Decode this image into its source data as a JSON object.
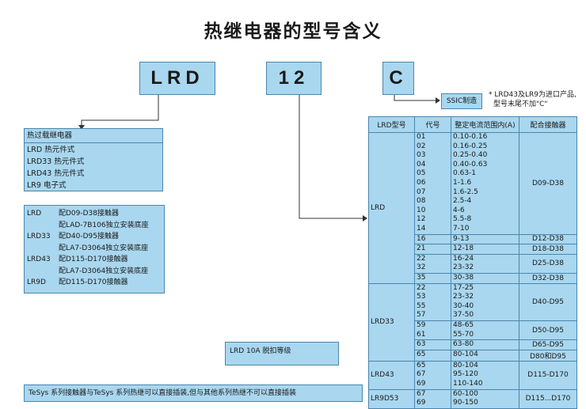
{
  "title": "热继电器的型号含义",
  "codes": {
    "series": "LRD",
    "rating": "12",
    "suffix": "C"
  },
  "ssic_label": "SSIC制造",
  "suffix_note": [
    "* LRD43及LR9为进口产品,",
    "型号末尾不加\"C\""
  ],
  "type_box": {
    "heading": "热过载继电器",
    "items": [
      "LRD 热元件式",
      "LRD33 热元件式",
      "LRD43 热元件式",
      "LR9 电子式"
    ]
  },
  "match_box": {
    "rows": [
      {
        "model": "LRD",
        "desc": "配D09-D38接触器"
      },
      {
        "model": "",
        "desc": "配LAD-7B106独立安装底座"
      },
      {
        "model": "LRD33",
        "desc": "配D40-D95接触器"
      },
      {
        "model": "",
        "desc": "配LA7-D3064独立安装底座"
      },
      {
        "model": "LRD43",
        "desc": "配D115-D170接触器"
      },
      {
        "model": "",
        "desc": "配LA7-D3064独立安装底座"
      },
      {
        "model": "LR9D",
        "desc": "配D115-D170接触器"
      }
    ]
  },
  "trip_class": "LRD 10A 脱扣等级",
  "footer_note": "TeSys 系列接触器与TeSys 系列热继可以直接插装,但与其他系列热继不可以直接插装",
  "table": {
    "headers": [
      "LRD型号",
      "代号",
      "整定电流范围内(A)",
      "配合接触器"
    ],
    "groups": [
      {
        "model": "LRD",
        "rows": [
          {
            "codes": [
              "01",
              "02",
              "03",
              "04",
              "05",
              "06",
              "07",
              "08",
              "10",
              "12",
              "14"
            ],
            "ranges": [
              "0.10-0.16",
              "0.16-0.25",
              "0.25-0.40",
              "0.40-0.63",
              "0.63-1",
              "1-1.6",
              "1.6-2.5",
              "2.5-4",
              "4-6",
              "5.5-8",
              "7-10"
            ],
            "contactor": "D09-D38"
          },
          {
            "codes": [
              "16"
            ],
            "ranges": [
              "9-13"
            ],
            "contactor": "D12-D38"
          },
          {
            "codes": [
              "21"
            ],
            "ranges": [
              "12-18"
            ],
            "contactor": "D18-D38"
          },
          {
            "codes": [
              "22",
              "32"
            ],
            "ranges": [
              "16-24",
              "23-32"
            ],
            "contactor": "D25-D38"
          },
          {
            "codes": [
              "35"
            ],
            "ranges": [
              "30-38"
            ],
            "contactor": "D32-D38"
          }
        ]
      },
      {
        "model": "LRD33",
        "rows": [
          {
            "codes": [
              "22",
              "53",
              "55",
              "57"
            ],
            "ranges": [
              "17-25",
              "23-32",
              "30-40",
              "37-50"
            ],
            "contactor": "D40-D95"
          },
          {
            "codes": [
              "59",
              "61"
            ],
            "ranges": [
              "48-65",
              "55-70"
            ],
            "contactor": "D50-D95"
          },
          {
            "codes": [
              "63"
            ],
            "ranges": [
              "63-80"
            ],
            "contactor": "D65-D95"
          },
          {
            "codes": [
              "65"
            ],
            "ranges": [
              "80-104"
            ],
            "contactor": "D80和D95"
          }
        ]
      },
      {
        "model": "LRD43",
        "rows": [
          {
            "codes": [
              "65",
              "67",
              "69"
            ],
            "ranges": [
              "80-104",
              "95-120",
              "110-140"
            ],
            "contactor": "D115-D170"
          }
        ]
      },
      {
        "model": "LR9D53",
        "rows": [
          {
            "codes": [
              "67",
              "69"
            ],
            "ranges": [
              "60-100",
              "90-150"
            ],
            "contactor": "D115...D170"
          }
        ]
      }
    ]
  }
}
